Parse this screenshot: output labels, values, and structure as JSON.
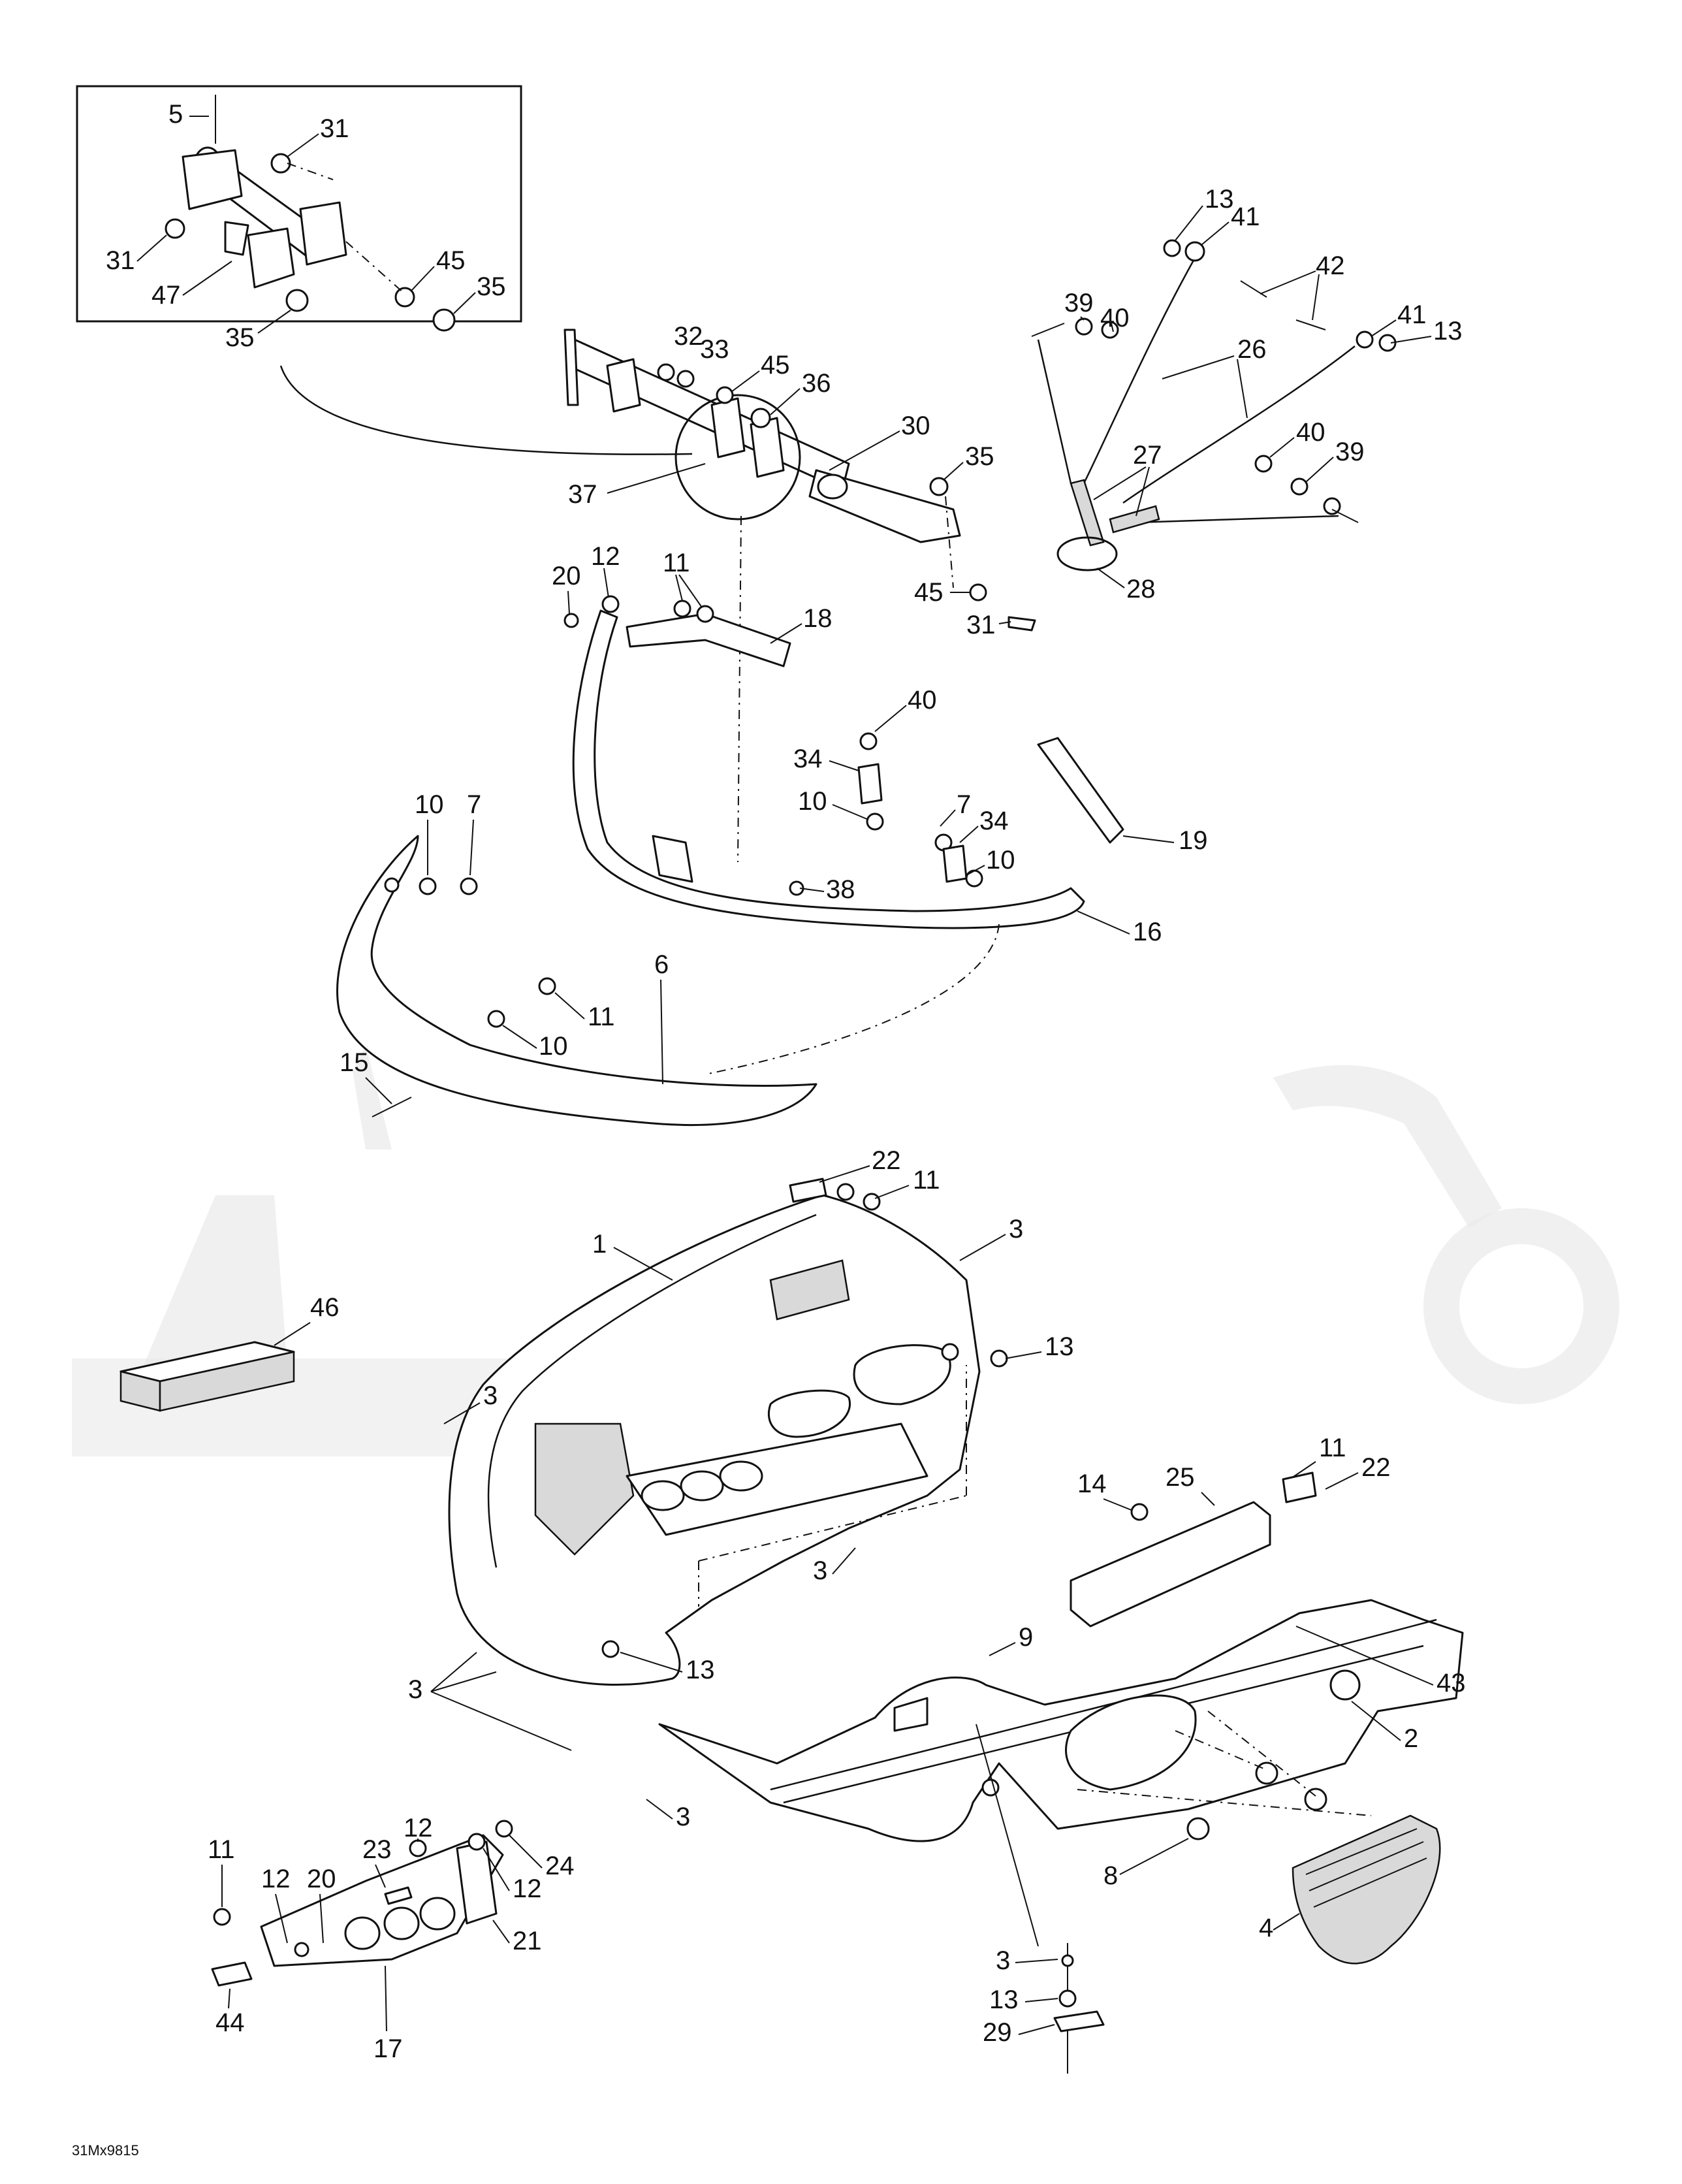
{
  "diagram_code": "31Mx9815",
  "watermark_text": "AeHRAMo",
  "colors": {
    "line": "#111111",
    "watermark": "#e9e9e9",
    "background": "#ffffff"
  },
  "labels": {
    "l1": "1",
    "l2": "2",
    "l3": "3",
    "l4": "4",
    "l5": "5",
    "l6": "6",
    "l7": "7",
    "l8": "8",
    "l9": "9",
    "l10": "10",
    "l11": "11",
    "l12": "12",
    "l13": "13",
    "l14": "14",
    "l15": "15",
    "l16": "16",
    "l17": "17",
    "l18": "18",
    "l19": "19",
    "l20": "20",
    "l21": "21",
    "l22": "22",
    "l23": "23",
    "l24": "24",
    "l25": "25",
    "l26": "26",
    "l27": "27",
    "l28": "28",
    "l29": "29",
    "l30": "30",
    "l31": "31",
    "l32": "32",
    "l33": "33",
    "l34": "34",
    "l35": "35",
    "l36": "36",
    "l37": "37",
    "l38": "38",
    "l39": "39",
    "l40": "40",
    "l41": "41",
    "l42": "42",
    "l43": "43",
    "l44": "44",
    "l45": "45",
    "l46": "46",
    "l47": "47"
  }
}
